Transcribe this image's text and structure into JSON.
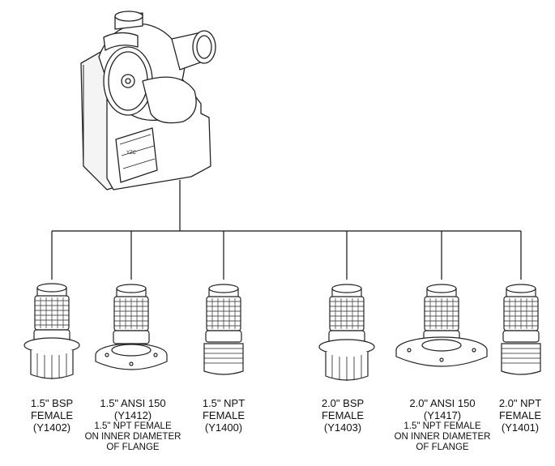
{
  "device": {
    "icon": "pump-unit-illustration"
  },
  "fittings": [
    {
      "size": "1.5\" BSP",
      "type": "FEMALE",
      "code": "(Y1402)",
      "note": [],
      "icon": "bsp-female-fitting-icon"
    },
    {
      "size": "1.5\" ANSI 150",
      "type": "",
      "code": "(Y1412)",
      "note": [
        "1.5\" NPT FEMALE",
        "ON INNER DIAMETER",
        "OF FLANGE"
      ],
      "icon": "ansi-flange-fitting-icon"
    },
    {
      "size": "1.5\" NPT",
      "type": "FEMALE",
      "code": "(Y1400)",
      "note": [],
      "icon": "npt-female-fitting-icon"
    },
    {
      "size": "2.0\" BSP",
      "type": "FEMALE",
      "code": "(Y1403)",
      "note": [],
      "icon": "bsp-female-fitting-icon"
    },
    {
      "size": "2.0\" ANSI 150",
      "type": "",
      "code": "(Y1417)",
      "note": [
        "1.5\" NPT FEMALE",
        "ON INNER DIAMETER",
        "OF FLANGE"
      ],
      "icon": "ansi-flange-fitting-icon"
    },
    {
      "size": "2.0\" NPT",
      "type": "FEMALE",
      "code": "(Y1401)",
      "note": [],
      "icon": "npt-female-fitting-icon"
    }
  ]
}
